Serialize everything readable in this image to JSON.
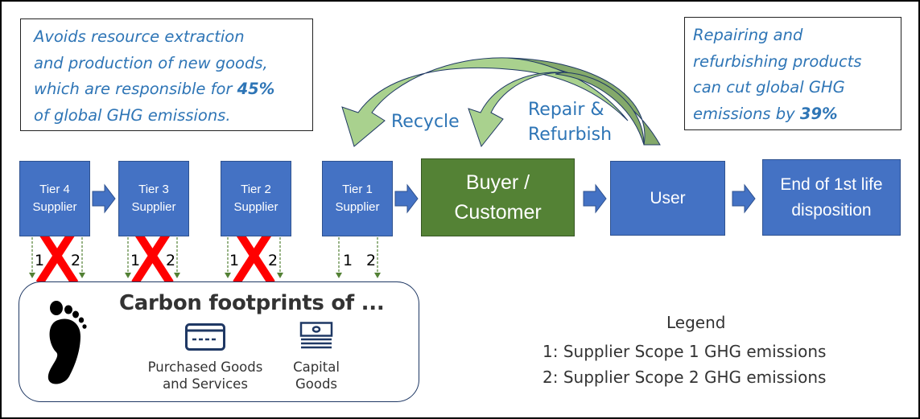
{
  "callouts": {
    "left": {
      "lines": [
        "Avoids resource extraction",
        "and production of new goods,",
        "which are responsible for "
      ],
      "highlight": "45%",
      "last_line": "of global GHG emissions."
    },
    "right": {
      "lines": [
        "Repairing and",
        "refurbishing products",
        "can cut global GHG"
      ],
      "last_prefix": "emissions by ",
      "highlight": "39%"
    }
  },
  "loop_arrows": {
    "recycle_label": "Recycle",
    "repair_label_1": "Repair &",
    "repair_label_2": "Refurbish"
  },
  "chain": {
    "tiers": [
      {
        "line1": "Tier 4",
        "line2": "Supplier",
        "excluded": true
      },
      {
        "line1": "Tier 3",
        "line2": "Supplier",
        "excluded": true
      },
      {
        "line1": "Tier 2",
        "line2": "Supplier",
        "excluded": true
      },
      {
        "line1": "Tier 1",
        "line2": "Supplier",
        "excluded": false
      }
    ],
    "buyer": {
      "line1": "Buyer /",
      "line2": "Customer"
    },
    "user": "User",
    "end_of_life": {
      "line1": "End of 1st life",
      "line2": "disposition"
    },
    "scope_labels": [
      "1",
      "2"
    ]
  },
  "footprint": {
    "title": "Carbon footprints of ...",
    "categories": [
      {
        "line1": "Purchased Goods",
        "line2": "and Services",
        "icon": "credit-card-icon"
      },
      {
        "line1": "Capital",
        "line2": "Goods",
        "icon": "banknote-stack-icon"
      }
    ]
  },
  "legend": {
    "title": "Legend",
    "items": [
      "1: Supplier Scope 1 GHG emissions",
      "2: Supplier Scope 2 GHG emissions"
    ]
  },
  "colors": {
    "box_blue": "#4472c4",
    "buyer_green": "#548235",
    "text_blue": "#2e75b6",
    "arrow_light_green": "#a9d18e",
    "arrow_dark_green": "#84a96b",
    "cross_red": "#ff0000",
    "dotted_green": "#538135"
  }
}
